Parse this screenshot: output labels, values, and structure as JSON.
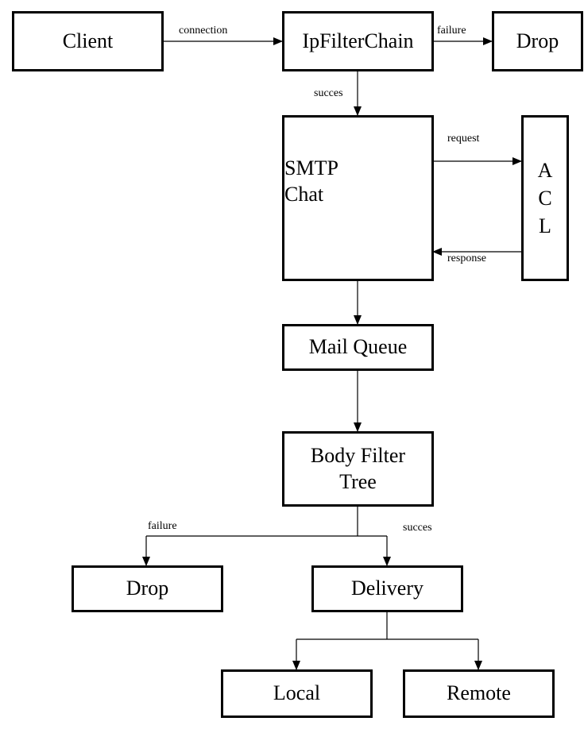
{
  "nodes": {
    "client": "Client",
    "ipfilterchain": "IpFilterChain",
    "drop_top": "Drop",
    "smtp_line1": "SMTP",
    "smtp_line2": "Chat",
    "acl_letters": [
      "A",
      "C",
      "L"
    ],
    "mail_queue": "Mail Queue",
    "body_filter_line1": "Body Filter",
    "body_filter_line2": "Tree",
    "drop_bottom": "Drop",
    "delivery": "Delivery",
    "local": "Local",
    "remote": "Remote"
  },
  "edges": {
    "connection": "connection",
    "failure_top": "failure",
    "succes_top": "succes",
    "request": "request",
    "response": "response",
    "failure_bottom": "failure",
    "succes_bottom": "succes"
  },
  "colors": {
    "stroke": "#000000",
    "background": "#ffffff"
  }
}
